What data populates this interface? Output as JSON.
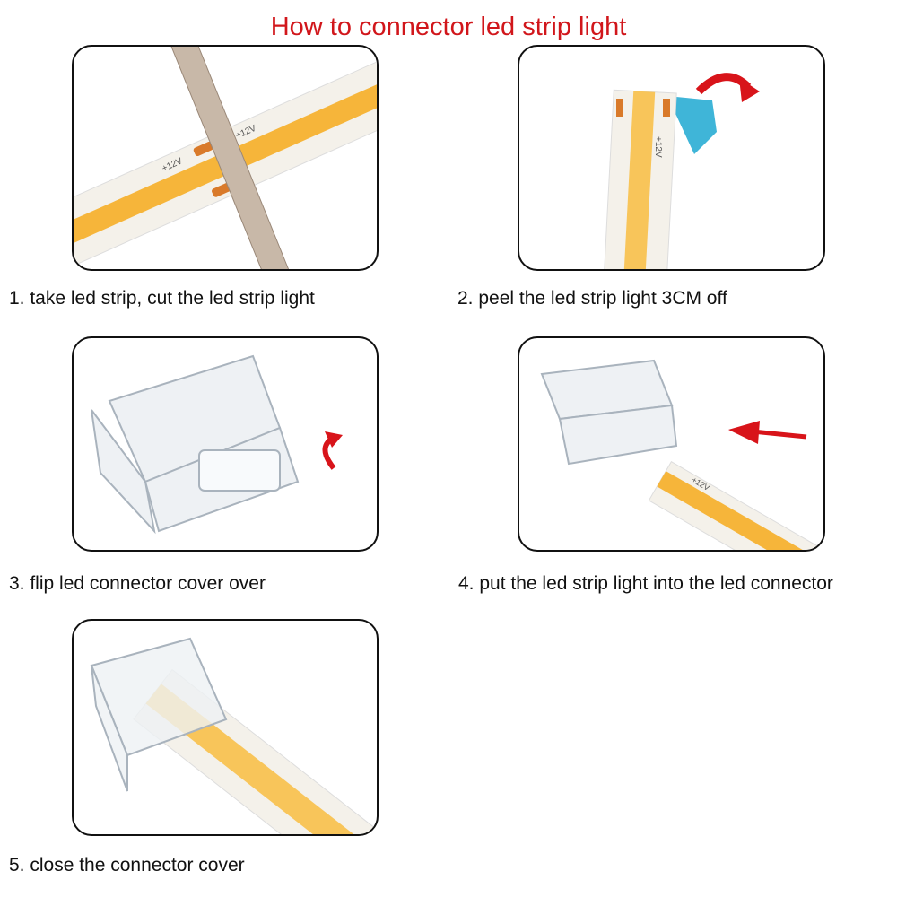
{
  "title": "How to connector led strip light",
  "colors": {
    "title": "#d1161b",
    "led": "#f6b53a",
    "arrow": "#d8141a",
    "film": "#3fb5d8"
  },
  "steps": [
    {
      "caption": "1. take led strip, cut the led strip light",
      "icon": "cutting-strip"
    },
    {
      "caption": "2. peel the led strip light 3CM off",
      "icon": "peel-arrow-icon"
    },
    {
      "caption": "3. flip led connector cover over",
      "icon": "flip-arrow-icon"
    },
    {
      "caption": "4. put the led strip light into the led connector",
      "icon": "insert-arrow-icon"
    },
    {
      "caption": "5. close the connector cover",
      "icon": "closed-connector"
    }
  ],
  "strip_labels": {
    "plus": "+12V",
    "minus": "-"
  }
}
